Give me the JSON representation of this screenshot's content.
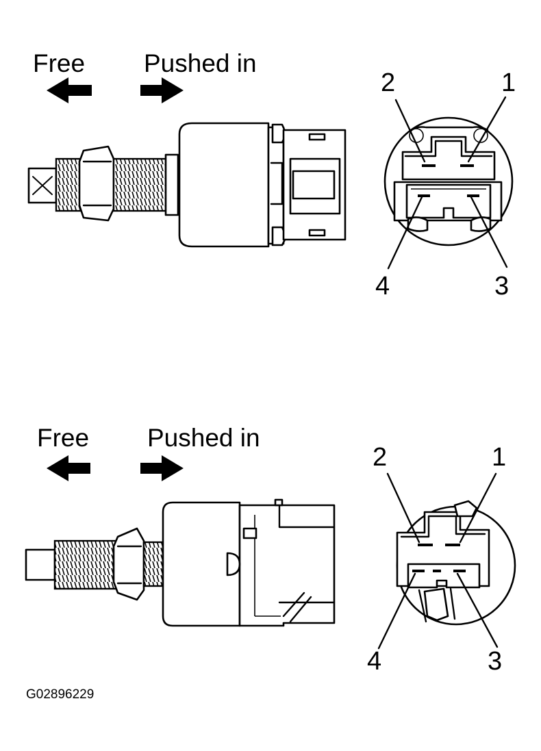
{
  "figure_code": "G02896229",
  "panels": [
    {
      "free_label": "Free",
      "pushed_label": "Pushed in",
      "pins": [
        "2",
        "1",
        "4",
        "3"
      ]
    },
    {
      "free_label": "Free",
      "pushed_label": "Pushed in",
      "pins": [
        "2",
        "1",
        "4",
        "3"
      ]
    }
  ],
  "colors": {
    "line": "#000000",
    "background": "#ffffff"
  },
  "icons": {
    "free_direction": "arrow-left-icon",
    "pushed_direction": "arrow-right-icon"
  }
}
